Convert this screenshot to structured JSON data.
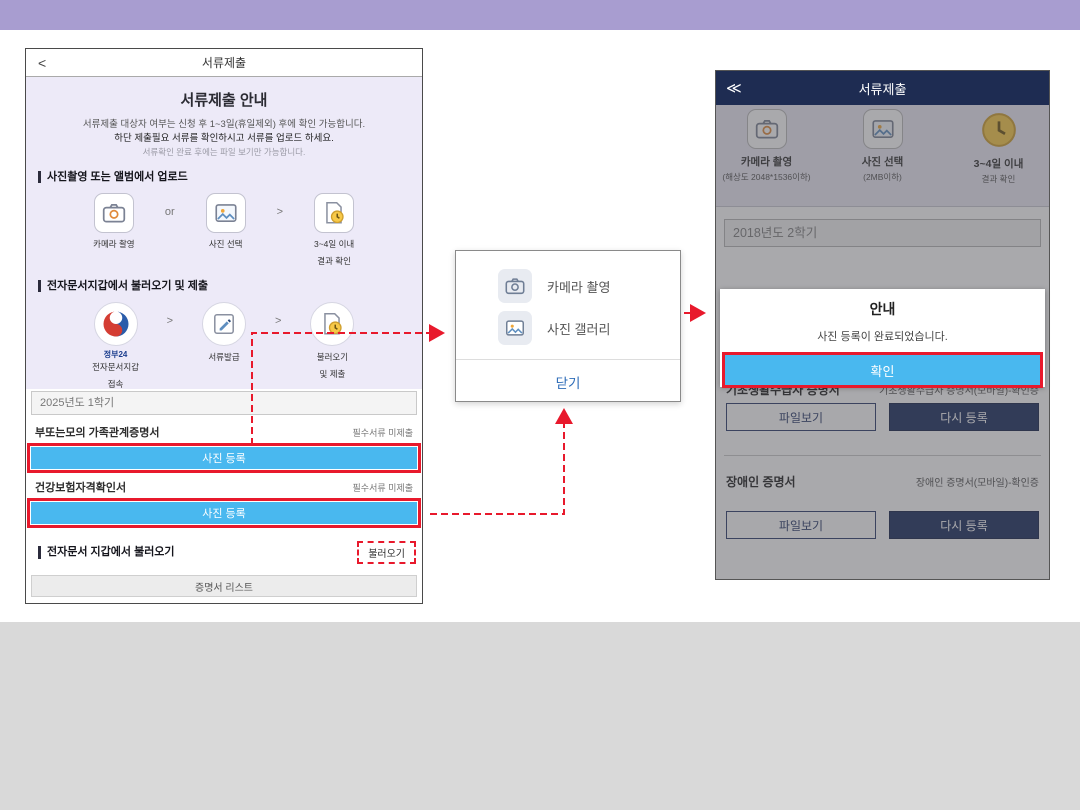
{
  "colors": {
    "banner_purple": "#a89dd0",
    "accent_blue": "#49b8ef",
    "highlight_red": "#e8192c",
    "navy": "#1e2c52",
    "navy_button": "#1c2e5e",
    "lavender_bg": "#edeaf8",
    "link_blue": "#2f6db8"
  },
  "left_phone": {
    "header": {
      "back_icon": "<",
      "title": "서류제출"
    },
    "notice": {
      "title": "서류제출 안내",
      "lines": [
        "서류제출 대상자 여부는 신청 후 1~3일(휴일제외) 후에 확인 가능합니다.",
        "하단 제출필요 서류를 확인하시고 서류를 업로드 하세요.",
        "서류확인 완료 후에는 파일 보기만 가능합니다."
      ]
    },
    "upload_section": {
      "label": "사진촬영 또는 앨범에서 업로드",
      "or": "or",
      "arrow": ">",
      "steps": [
        {
          "label": "카메라 촬영"
        },
        {
          "label": "사진 선택"
        },
        {
          "label": "3~4일 이내",
          "label2": "결과 확인"
        }
      ]
    },
    "wallet_section": {
      "label": "전자문서지갑에서 불러오기 및 제출",
      "arrow": ">",
      "steps": [
        {
          "logo": "정부24",
          "label": "전자문서지갑",
          "label2": "접속"
        },
        {
          "label": "서류발급"
        },
        {
          "label": "불러오기",
          "label2": "및 제출"
        }
      ]
    },
    "semester": "2025년도 1학기",
    "documents": [
      {
        "name": "부또는모의 가족관계증명서",
        "status": "필수서류 미제출",
        "action": "사진 등록"
      },
      {
        "name": "건강보험자격확인서",
        "status": "필수서류 미제출",
        "action": "사진 등록"
      }
    ],
    "wallet_footer": {
      "label": "전자문서 지갑에서 불러오기",
      "action": "불러오기"
    },
    "list_button": "증명서 리스트"
  },
  "chooser_popup": {
    "options": [
      {
        "label": "카메라 촬영"
      },
      {
        "label": "사진 갤러리"
      }
    ],
    "close": "닫기"
  },
  "right_phone": {
    "header": {
      "back_icon": "≪",
      "title": "서류제출"
    },
    "steps": [
      {
        "label": "카메라 촬영",
        "sub": "(해상도 2048*1536이하)"
      },
      {
        "label": "사진 선택",
        "sub": "(2MB이하)"
      },
      {
        "label": "3~4일 이내",
        "sub": "결과 확인"
      }
    ],
    "semester": "2018년도 2학기",
    "alert": {
      "title": "안내",
      "message": "사진 등록이 완료되었습니다.",
      "confirm": "확인"
    },
    "documents": [
      {
        "name": "기초생활수급자 증명서",
        "detail": "기초생활수급자 증명서(모바일)-확인증",
        "view": "파일보기",
        "re_register": "다시 등록"
      },
      {
        "name": "장애인 증명서",
        "detail": "장애인 증명서(모바일)-확인증",
        "view": "파일보기",
        "re_register": "다시 등록"
      }
    ]
  }
}
